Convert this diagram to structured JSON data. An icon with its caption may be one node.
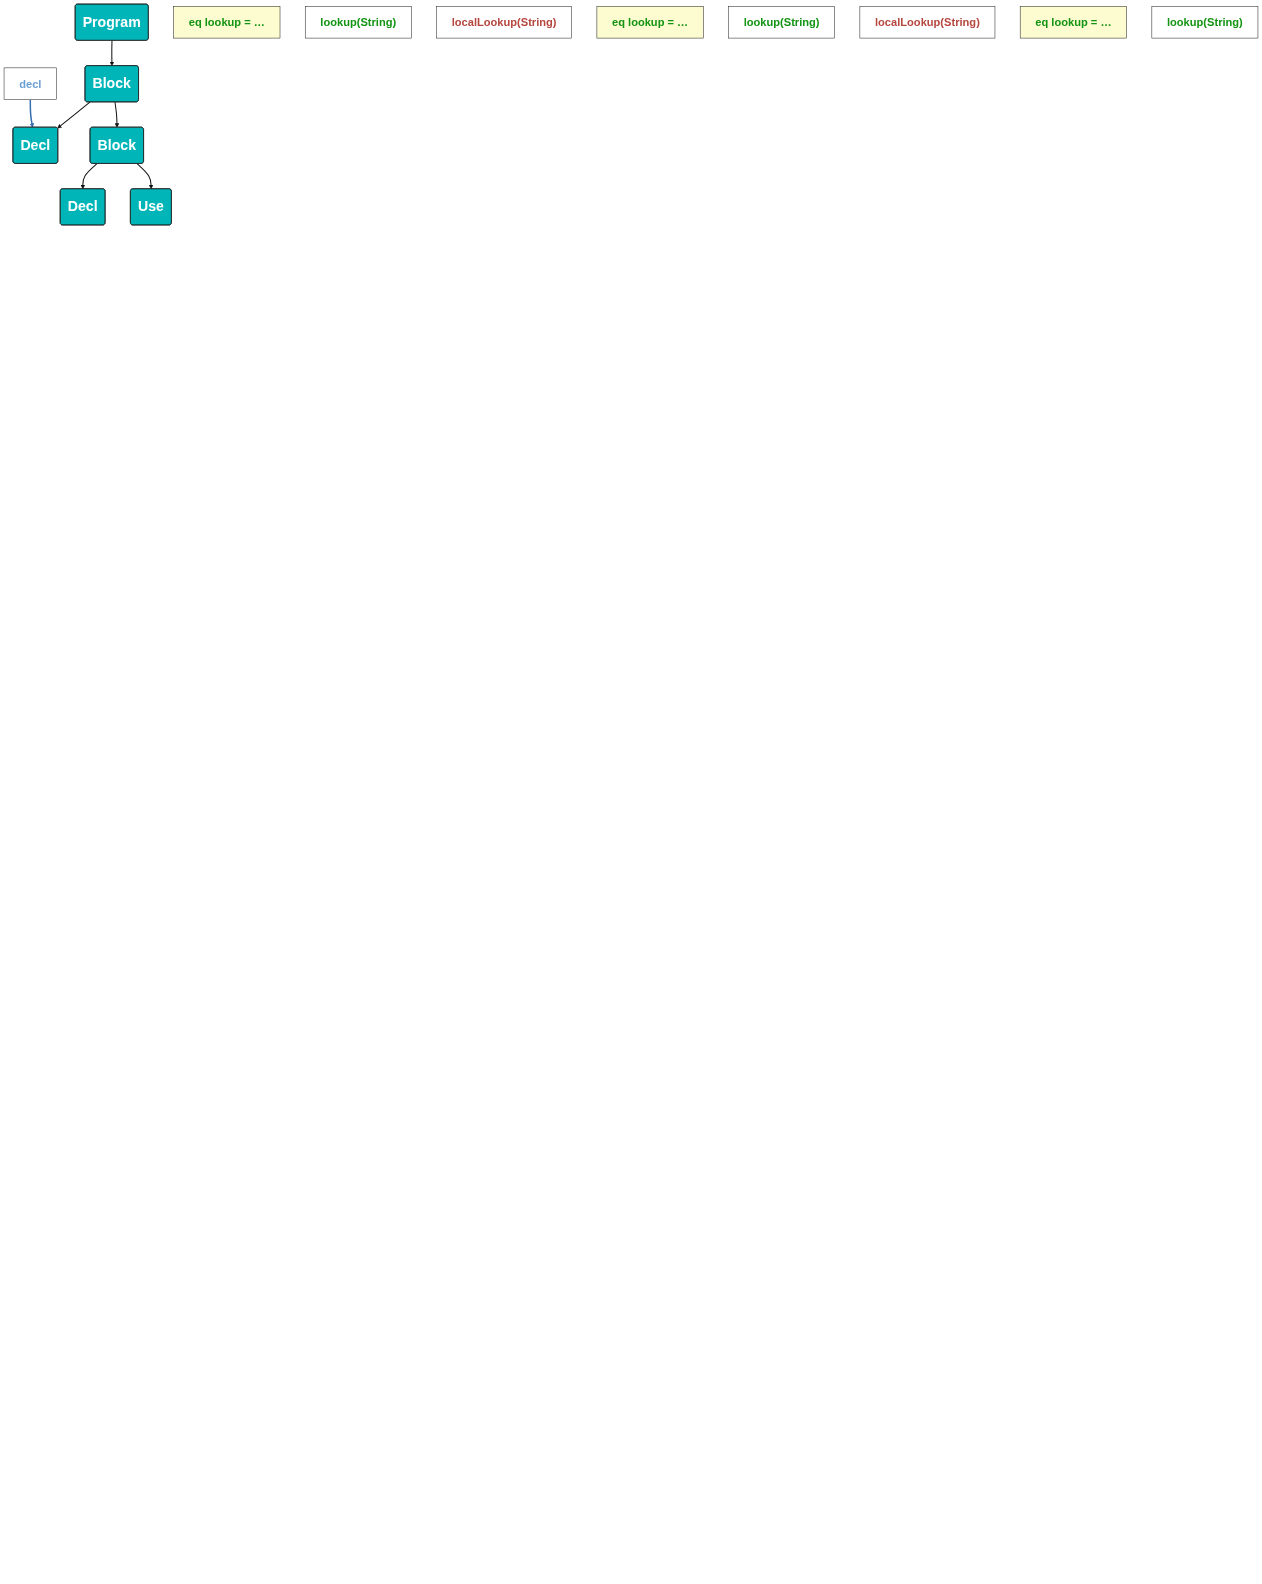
{
  "diagram": {
    "nodes": [
      {
        "text": [
          "Program"
        ]
      },
      {
        "text": [
          "eq lookup = …"
        ]
      },
      {
        "text": [
          "Block"
        ]
      },
      {
        "text": [
          "lookup(String)"
        ]
      },
      {
        "text": [
          "localLookup(String)"
        ]
      },
      {
        "text": [
          "eq lookup = …"
        ]
      },
      {
        "text": [
          "Decl"
        ]
      },
      {
        "text": [
          "Block"
        ]
      },
      {
        "text": [
          "lookup(String)"
        ]
      },
      {
        "text": [
          "localLookup(String)"
        ]
      },
      {
        "text": [
          "eq lookup = …"
        ]
      },
      {
        "text": [
          "Decl"
        ]
      },
      {
        "text": [
          "lookup(String)"
        ]
      },
      {
        "text": [
          "decl"
        ]
      },
      {
        "text": [
          "Use"
        ]
      }
    ],
    "edges": [
      {
        "from": 0,
        "to": 2,
        "arrow": "to"
      },
      {
        "from": 2,
        "to": 6,
        "arrow": "to"
      },
      {
        "from": 2,
        "to": 7,
        "arrow": "to"
      },
      {
        "from": 7,
        "to": 11,
        "arrow": "to"
      },
      {
        "from": 7,
        "to": 14,
        "arrow": "to"
      },
      {
        "from": 13,
        "to": 6,
        "arrow": "to",
        "color": "#3a6fb0"
      }
    ]
  }
}
